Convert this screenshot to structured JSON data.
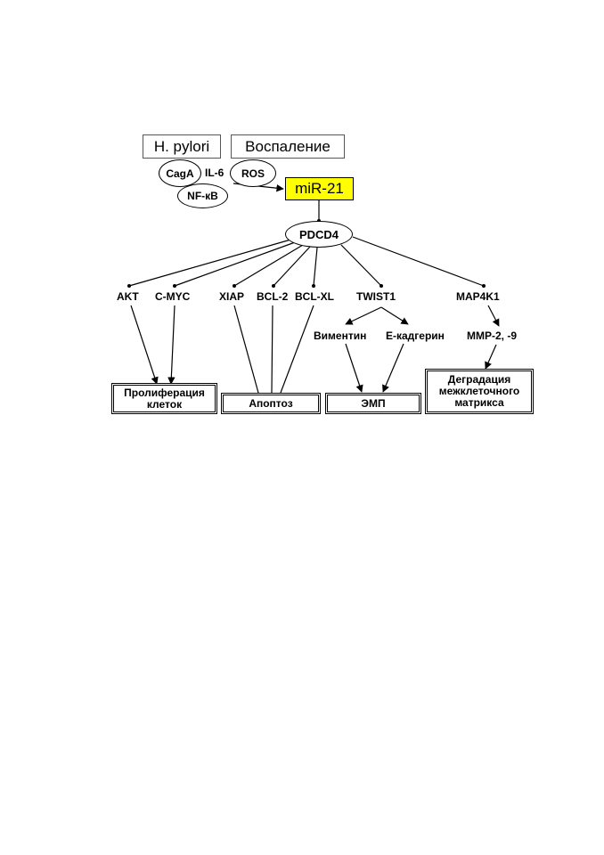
{
  "sources": {
    "hpylori": "H. pylori",
    "inflammation": "Воспаление"
  },
  "factors": {
    "caga": "CagA",
    "il6": "IL-6",
    "ros": "ROS",
    "nfkb": "NF-кВ"
  },
  "mirna": "miR-21",
  "hub": "PDCD4",
  "targets": {
    "akt": "AKT",
    "cmyc": "C-MYC",
    "xiap": "XIAP",
    "bcl2": "BCL-2",
    "bclxl": "BCL-XL",
    "twist1": "TWIST1",
    "map4k1": "MAP4K1",
    "vimentin": "Виментин",
    "ecadherin": "E-кадгерин",
    "mmp": "MMP-2, -9"
  },
  "outcomes": {
    "proliferation_line1": "Пролиферация",
    "proliferation_line2": "клеток",
    "apoptosis": "Апоптоз",
    "emt": "ЭМП",
    "degradation_line1": "Деградация",
    "degradation_line2": "межклеточного",
    "degradation_line3": "матрикса"
  },
  "colors": {
    "mirna_fill": "#ffff00",
    "line": "#000000"
  }
}
